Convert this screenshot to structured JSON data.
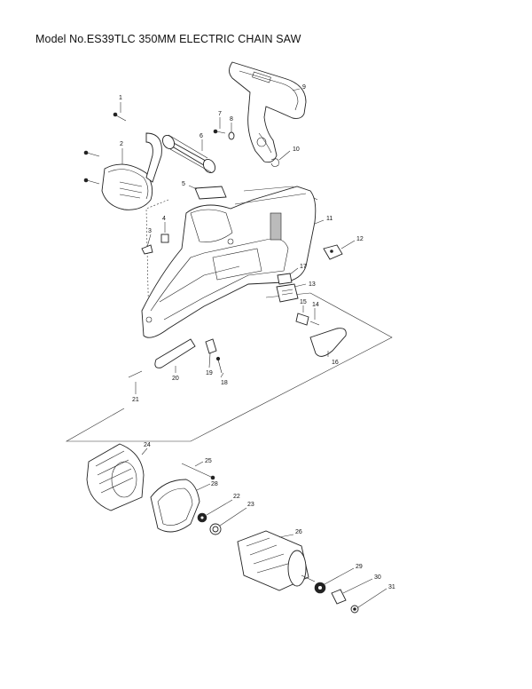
{
  "title": "Model No.ES39TLC 350MM ELECTRIC CHAIN SAW",
  "labels": [
    "1",
    "2",
    "3",
    "4",
    "5",
    "6",
    "7",
    "8",
    "9",
    "10",
    "11",
    "12",
    "13",
    "14",
    "15",
    "16",
    "17",
    "18",
    "19",
    "20",
    "21",
    "22",
    "23",
    "24",
    "25",
    "26",
    "28",
    "29",
    "30",
    "31"
  ]
}
